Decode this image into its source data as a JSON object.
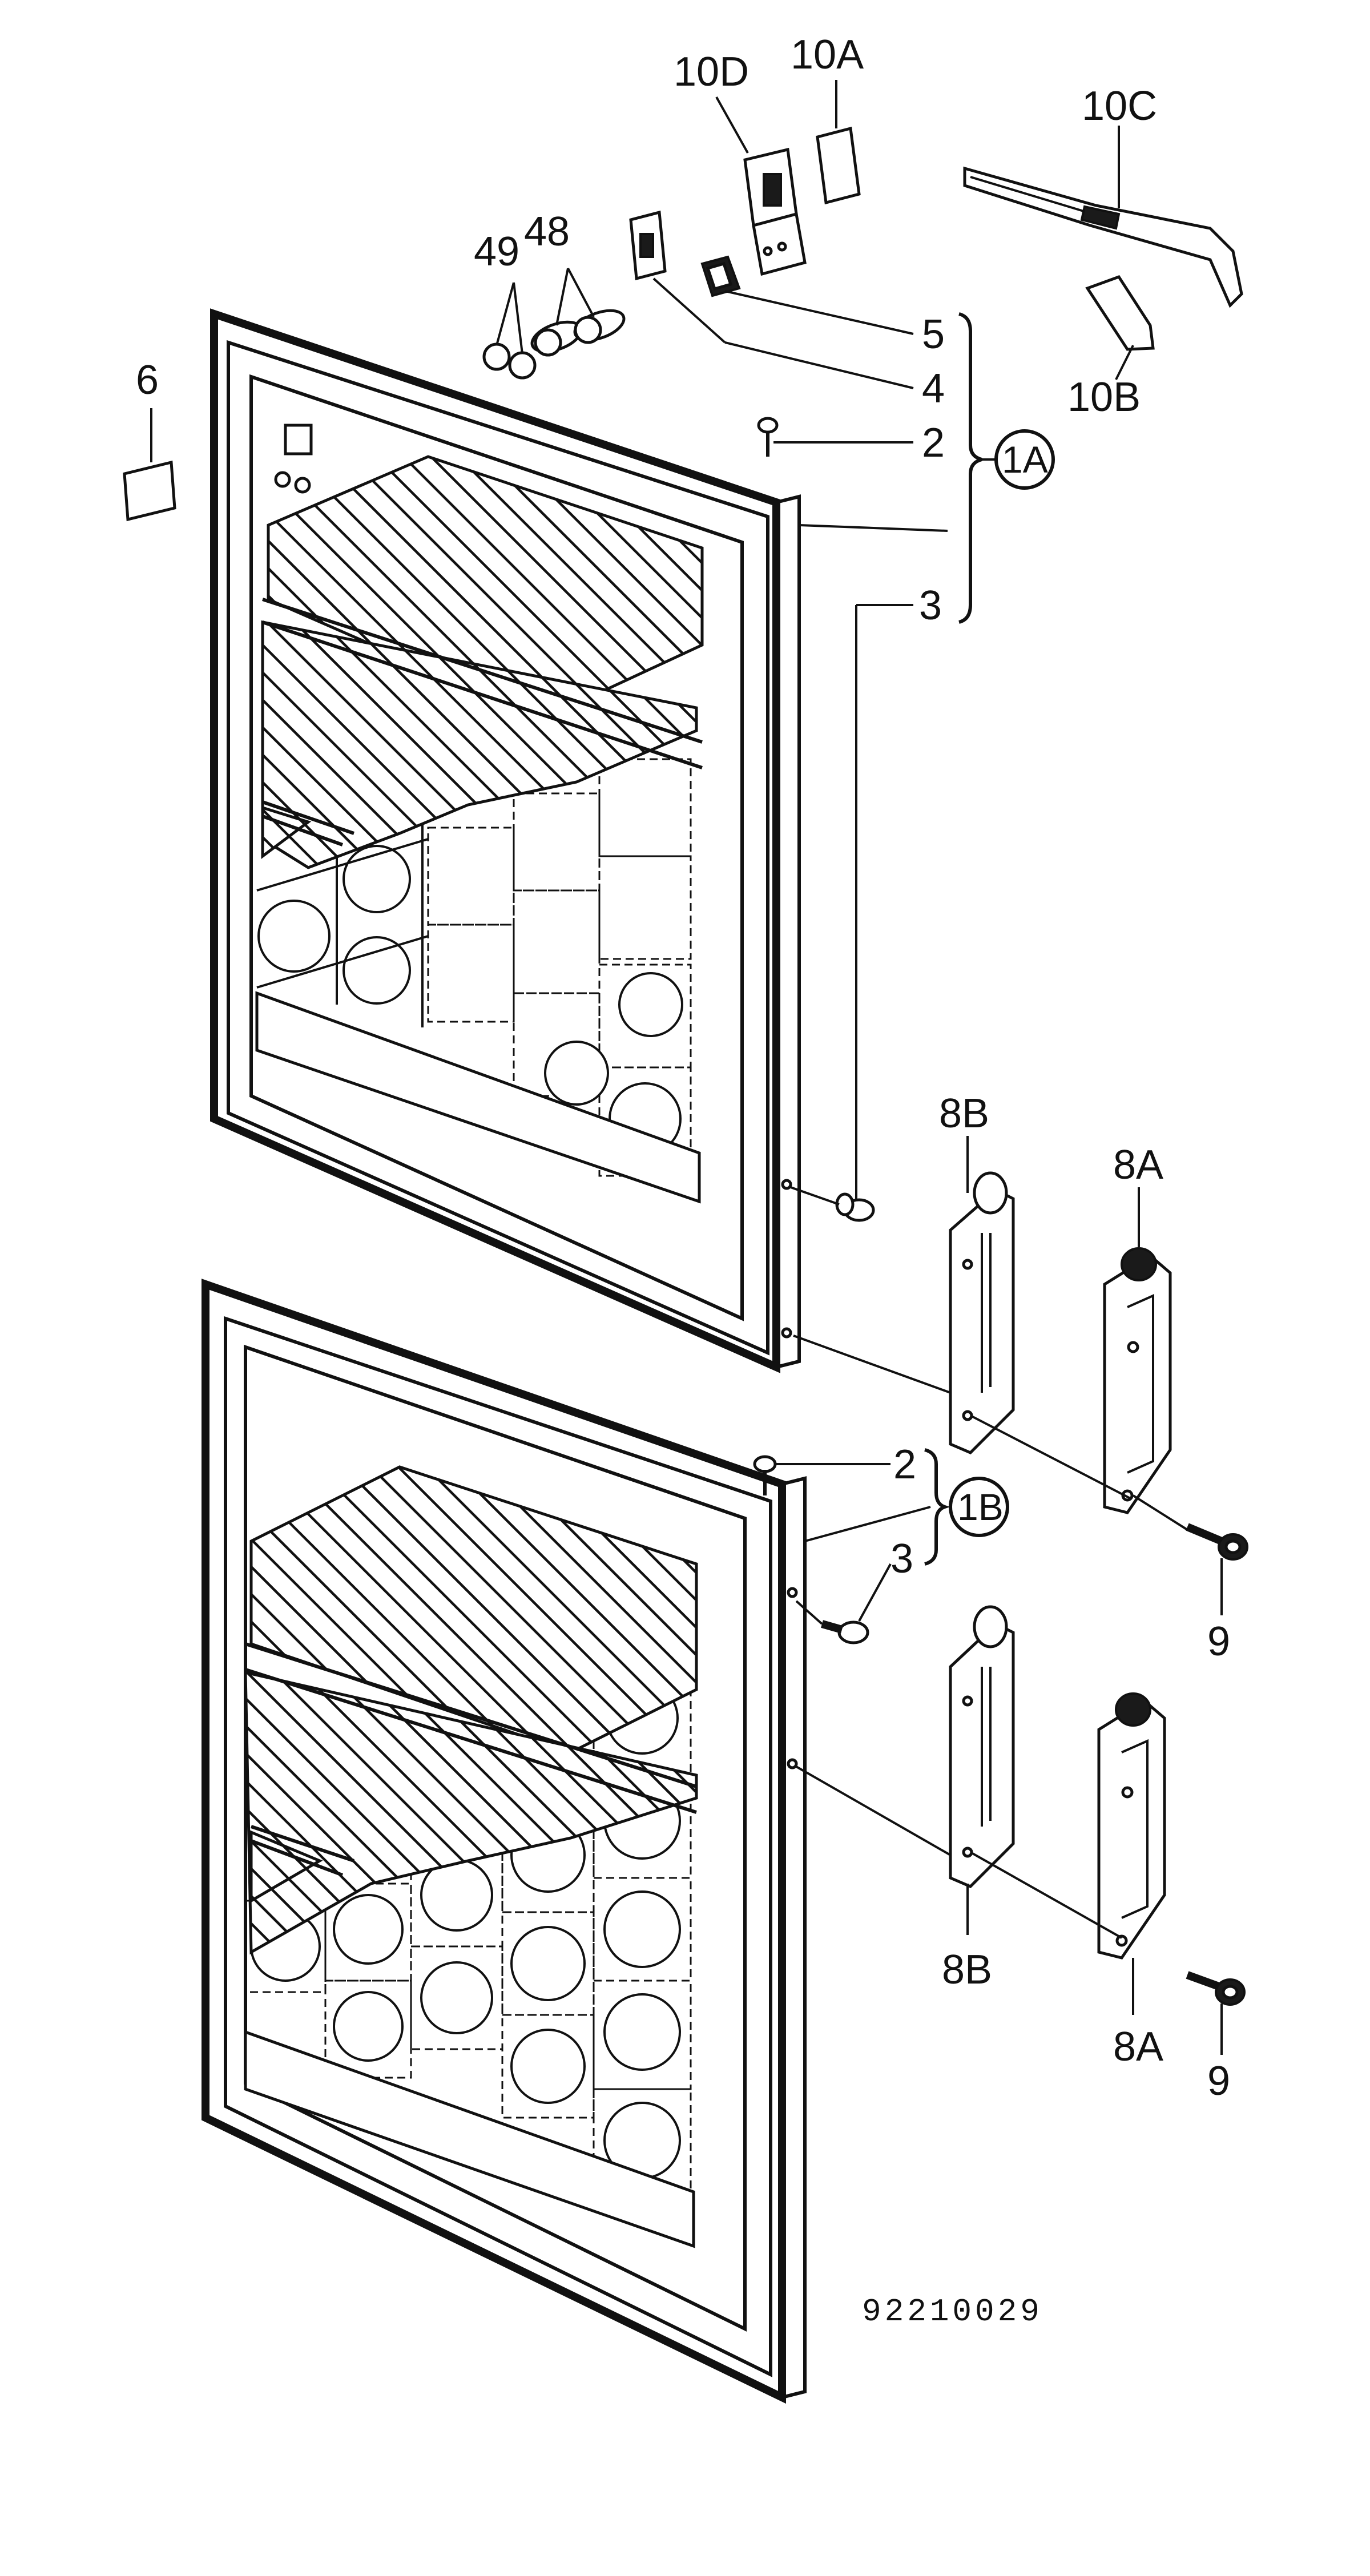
{
  "labels": {
    "l10D": "10D",
    "l10A": "10A",
    "l10C": "10C",
    "l10B": "10B",
    "l48": "48",
    "l49": "49",
    "l6": "6",
    "l5": "5",
    "l4": "4",
    "l2_top": "2",
    "l1A": "1A",
    "l3_top": "3",
    "l8B_top": "8B",
    "l8A_top": "8A",
    "l9_top": "9",
    "l2_bot": "2",
    "l1B": "1B",
    "l3_bot": "3",
    "l8B_bot": "8B",
    "l8A_bot": "8A",
    "l9_bot": "9"
  },
  "drawing_number": "92210029"
}
